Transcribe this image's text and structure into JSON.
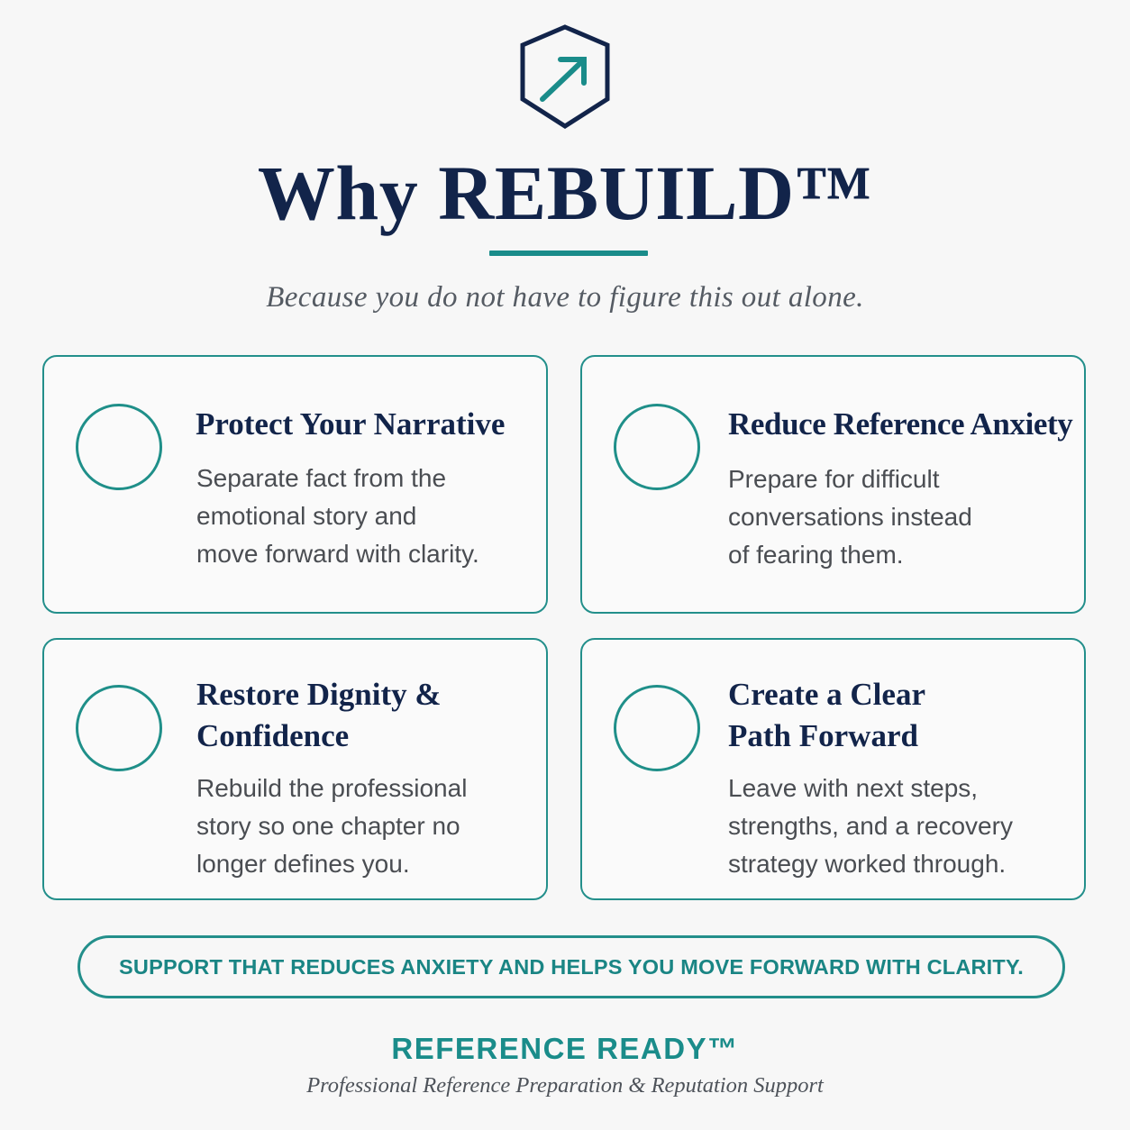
{
  "logo": {
    "icon": "shield-hexagon-arrow-up-right-icon",
    "colors": {
      "outline": "#12244a",
      "arrow": "#1a8c8a"
    }
  },
  "header": {
    "title": "Why REBUILD™",
    "subtitle": "Because you do not have to figure this out alone."
  },
  "cards": [
    {
      "title": "Protect Your Narrative",
      "body": "Separate fact from the\nemotional story and\nmove forward with clarity."
    },
    {
      "title": "Reduce Reference Anxiety",
      "body": "Prepare for difficult\nconversations instead\nof fearing them."
    },
    {
      "title": "Restore Dignity &\nConfidence",
      "body": "Rebuild the professional\nstory so one chapter no\nlonger defines you."
    },
    {
      "title": "Create a Clear\nPath Forward",
      "body": "Leave with next steps,\nstrengths, and a recovery\nstrategy worked through."
    }
  ],
  "banner": {
    "text": "SUPPORT THAT REDUCES ANXIETY AND HELPS YOU MOVE FORWARD WITH CLARITY."
  },
  "footer": {
    "brand": "REFERENCE READY™",
    "tagline": "Professional Reference Preparation & Reputation Support"
  },
  "colors": {
    "navy": "#12244a",
    "teal": "#1a8c8a",
    "background": "#f7f7f7"
  }
}
